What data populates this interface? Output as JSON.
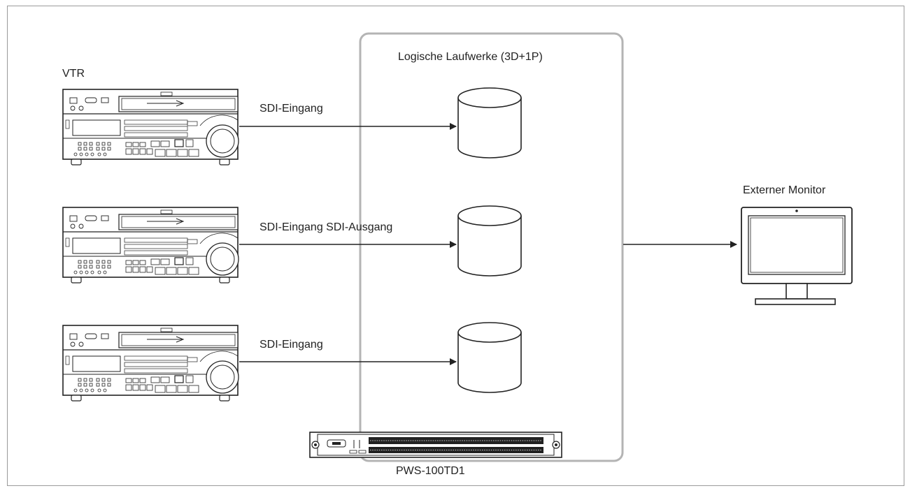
{
  "labels": {
    "vtr": "VTR",
    "logical_drives": "Logische Laufwerke (3D+1P)",
    "sdi_in_1": "SDI-Eingang",
    "sdi_in_out_2": "SDI-Eingang SDI-Ausgang",
    "sdi_in_3": "SDI-Eingang",
    "external_monitor": "Externer Monitor",
    "device": "PWS-100TD1"
  }
}
